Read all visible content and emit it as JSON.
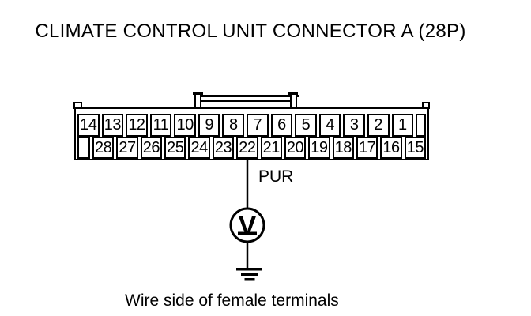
{
  "title": "CLIMATE CONTROL UNIT CONNECTOR A (28P)",
  "connector": {
    "top_row": {
      "pins": [
        "14",
        "13",
        "12",
        "11",
        "10",
        "9",
        "8",
        "7",
        "6",
        "5",
        "4",
        "3",
        "2",
        "1"
      ],
      "stub": "end"
    },
    "bottom_row": {
      "pins": [
        "28",
        "27",
        "26",
        "25",
        "24",
        "23",
        "22",
        "21",
        "20",
        "19",
        "18",
        "17",
        "16",
        "15"
      ],
      "stub": "start"
    }
  },
  "wire": {
    "color_label": "PUR",
    "from_pin": "22"
  },
  "meter": {
    "type": "voltmeter",
    "symbol": "V"
  },
  "ground": {
    "type": "chassis-ground"
  },
  "caption": "Wire side of female terminals",
  "colors": {
    "line": "#000000",
    "background": "#ffffff"
  }
}
